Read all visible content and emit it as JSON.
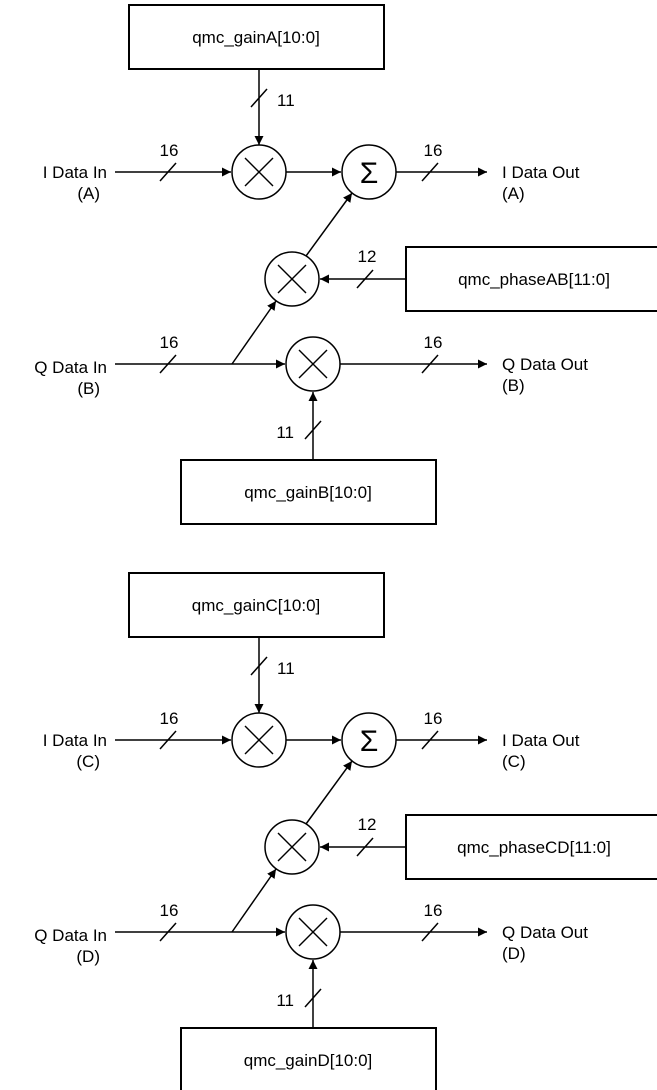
{
  "blocks": [
    {
      "id": "AB",
      "gain_top": "qmc_gainA[10:0]",
      "gain_bottom": "qmc_gainB[10:0]",
      "phase": "qmc_phaseAB[11:0]",
      "i_in": "I Data In",
      "i_in_ch": "(A)",
      "i_out": "I Data Out",
      "i_out_ch": "(A)",
      "q_in": "Q Data In",
      "q_in_ch": "(B)",
      "q_out": "Q Data Out",
      "q_out_ch": "(B)",
      "w_gain_top": "11",
      "w_i_in": "16",
      "w_i_out": "16",
      "w_phase": "12",
      "w_q_in": "16",
      "w_q_out": "16",
      "w_gain_bottom": "11",
      "sum_symbol": "Σ"
    },
    {
      "id": "CD",
      "gain_top": "qmc_gainC[10:0]",
      "gain_bottom": "qmc_gainD[10:0]",
      "phase": "qmc_phaseCD[11:0]",
      "i_in": "I Data In",
      "i_in_ch": "(C)",
      "i_out": "I Data Out",
      "i_out_ch": "(C)",
      "q_in": "Q Data In",
      "q_in_ch": "(D)",
      "q_out": "Q Data Out",
      "q_out_ch": "(D)",
      "w_gain_top": "11",
      "w_i_in": "16",
      "w_i_out": "16",
      "w_phase": "12",
      "w_q_in": "16",
      "w_q_out": "16",
      "w_gain_bottom": "11",
      "sum_symbol": "Σ"
    }
  ]
}
